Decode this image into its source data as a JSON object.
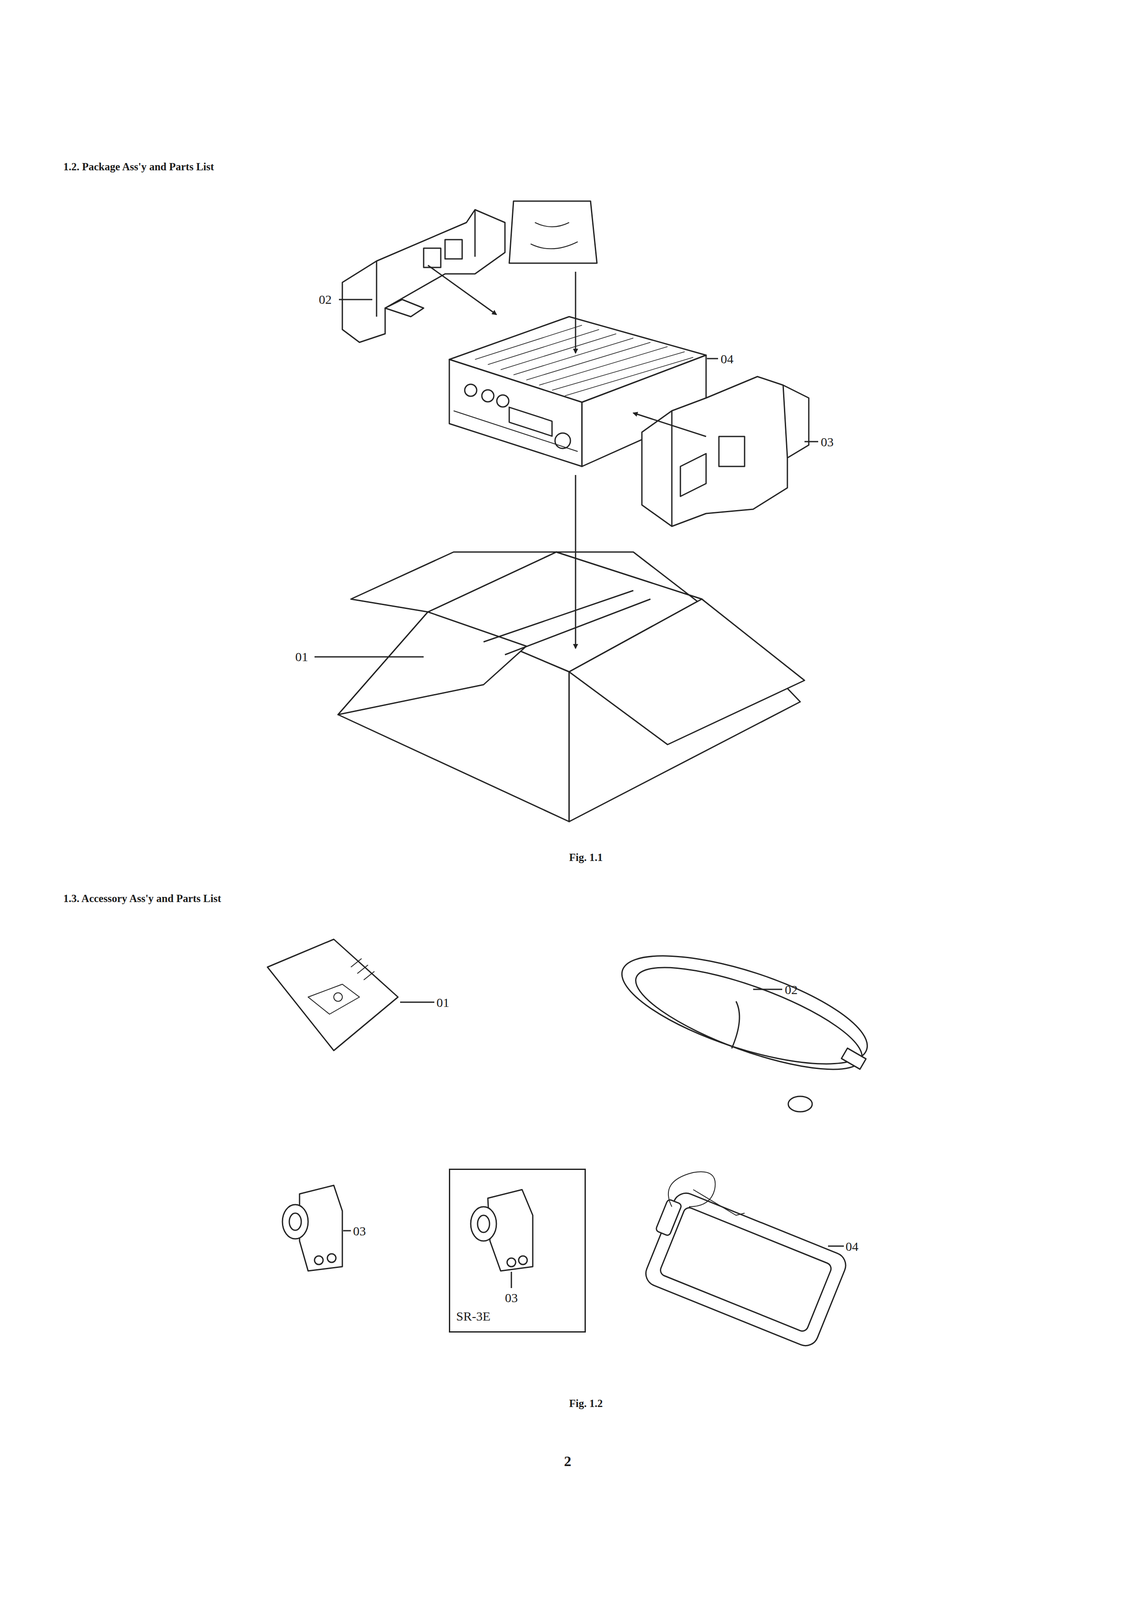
{
  "diagram": {
    "nodes": [
      {
        "text": [
          "03",
          "SR-3E"
        ]
      }
    ],
    "labels": [
      "1.2. Package Ass'y and Parts List",
      "02",
      "04",
      "03",
      "01",
      "Fig. 1.1",
      "1.3. Accessory Ass'y and Parts List",
      "01",
      "02",
      "03",
      "04",
      "Fig. 1.2",
      "2"
    ]
  }
}
